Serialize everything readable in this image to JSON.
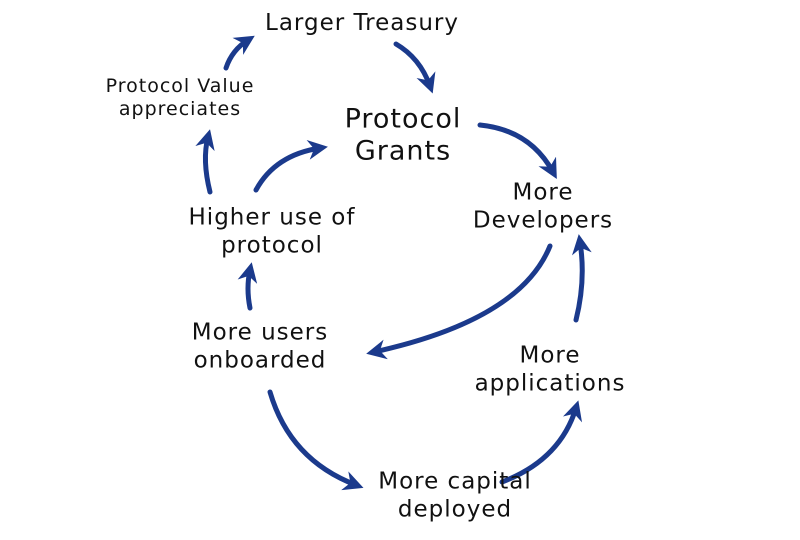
{
  "diagram": {
    "arrow_color": "#1b3a8c",
    "nodes": {
      "larger_treasury": {
        "lines": [
          "Larger Treasury"
        ]
      },
      "protocol_value": {
        "lines": [
          "Protocol Value",
          "appreciates"
        ]
      },
      "protocol_grants": {
        "lines": [
          "Protocol",
          "Grants"
        ]
      },
      "more_developers": {
        "lines": [
          "More",
          "Developers"
        ]
      },
      "higher_use": {
        "lines": [
          "Higher use of",
          "protocol"
        ]
      },
      "more_users": {
        "lines": [
          "More users",
          "onboarded"
        ]
      },
      "more_applications": {
        "lines": [
          "More",
          "applications"
        ]
      },
      "more_capital": {
        "lines": [
          "More capital",
          "deployed"
        ]
      }
    },
    "edges": [
      [
        "protocol_value",
        "larger_treasury"
      ],
      [
        "larger_treasury",
        "protocol_grants"
      ],
      [
        "protocol_grants",
        "more_developers"
      ],
      [
        "more_developers",
        "more_users"
      ],
      [
        "more_applications",
        "more_developers"
      ],
      [
        "more_capital",
        "more_applications"
      ],
      [
        "more_users",
        "more_capital"
      ],
      [
        "more_users",
        "higher_use"
      ],
      [
        "higher_use",
        "protocol_grants"
      ],
      [
        "higher_use",
        "protocol_value"
      ]
    ]
  }
}
